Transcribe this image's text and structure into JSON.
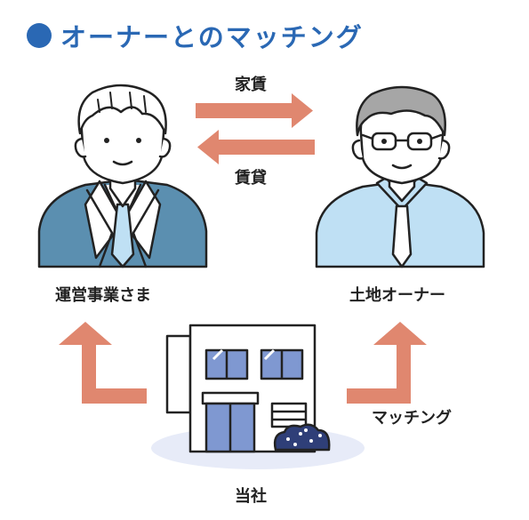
{
  "title": "オーナーとのマッチング",
  "arrows": {
    "top_label": "家賃",
    "bottom_label": "賃貸"
  },
  "left_person_label": "運営事業さま",
  "right_person_label": "土地オーナー",
  "matching_label": "マッチング",
  "company_label": "当社",
  "colors": {
    "accent_blue": "#2a68b4",
    "arrow": "#e0876f",
    "suit": "#5b8fb0",
    "shirt": "#bfe0f4",
    "building_window": "#7f98d1",
    "ground": "#e7ebf8",
    "bush": "#2f3f78"
  }
}
